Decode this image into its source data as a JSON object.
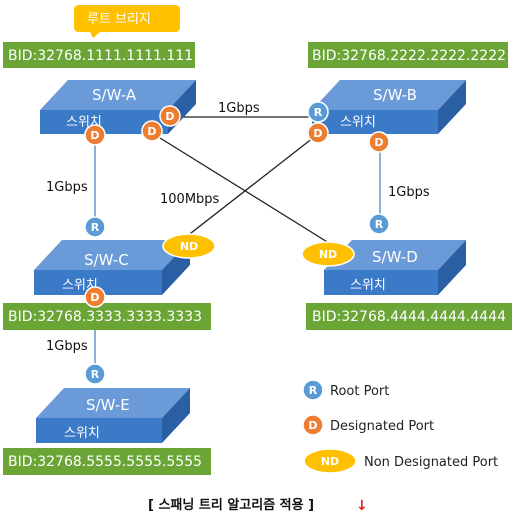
{
  "callout": "루트 브리지",
  "switches": {
    "a": {
      "name": "S/W-A",
      "sub": "스위치",
      "bid": "BID:32768.1111.1111.111"
    },
    "b": {
      "name": "S/W-B",
      "sub": "스위치",
      "bid": "BID:32768.2222.2222.2222"
    },
    "c": {
      "name": "S/W-C",
      "sub": "스위치",
      "bid": "BID:32768.3333.3333.3333"
    },
    "d": {
      "name": "S/W-D",
      "sub": "스위치",
      "bid": "BID:32768.4444.4444.4444"
    },
    "e": {
      "name": "S/W-E",
      "sub": "스위치",
      "bid": "BID:32768.5555.5555.5555"
    }
  },
  "links": {
    "ab": "1Gbps",
    "ac": "1Gbps",
    "bc": "100Mbps",
    "bd": "1Gbps",
    "ce": "1Gbps"
  },
  "port_codes": {
    "root": "R",
    "designated": "D",
    "non_designated": "ND"
  },
  "legend": {
    "root": "Root Port",
    "designated": "Designated Port",
    "non_designated": "Non Designated Port"
  },
  "caption": "[ 스패닝 트리 알고리즘 적용 ]",
  "caption_arrow": "↓",
  "colors": {
    "bid_box": "#6aa536",
    "switch_top": "#6a9bd8",
    "switch_front": "#3b7ac7",
    "switch_side": "#2a5fa3",
    "root_port": "#5b9bd5",
    "designated_port": "#ed7d31",
    "non_designated_port": "#ffc000",
    "callout": "#ffc000"
  }
}
